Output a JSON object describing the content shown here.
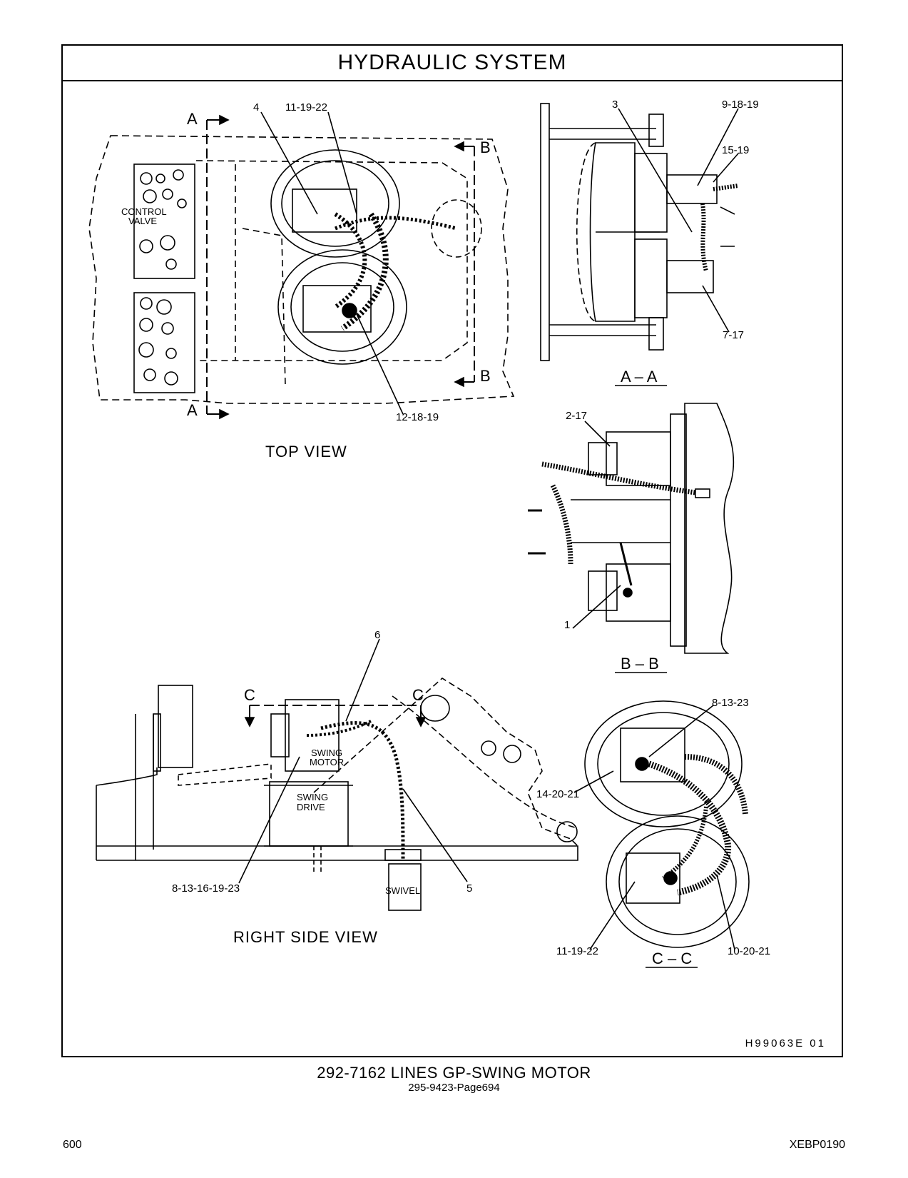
{
  "title": "HYDRAULIC   SYSTEM",
  "views": {
    "top": {
      "label": "TOP  VIEW",
      "section_markers": [
        "A",
        "A",
        "B",
        "B"
      ],
      "component_labels": {
        "control_valve_1": "CONTROL",
        "control_valve_2": "VALVE"
      },
      "callouts": [
        "4",
        "11-19-22",
        "12-18-19"
      ]
    },
    "aa": {
      "label": "A – A",
      "callouts": [
        "3",
        "9-18-19",
        "15-19",
        "7-17"
      ]
    },
    "bb": {
      "label": "B – B",
      "callouts": [
        "2-17",
        "1"
      ]
    },
    "right_side": {
      "label": "RIGHT  SIDE  VIEW",
      "section_markers": [
        "C",
        "C"
      ],
      "component_labels": {
        "swing_motor_1": "SWING",
        "swing_motor_2": "MOTOR",
        "swing_drive_1": "SWING",
        "swing_drive_2": "DRIVE",
        "swivel": "SWIVEL"
      },
      "callouts": [
        "6",
        "8-13-16-19-23",
        "5"
      ]
    },
    "cc": {
      "label": "C – C",
      "callouts": [
        "8-13-23",
        "14-20-21",
        "11-19-22",
        "10-20-21"
      ]
    }
  },
  "illustration_code": "H99063E    01",
  "caption": {
    "main": "292-7162   LINES  GP-SWING  MOTOR",
    "sub": "295-9423-Page694"
  },
  "footer": {
    "page": "600",
    "doc": "XEBP0190"
  }
}
